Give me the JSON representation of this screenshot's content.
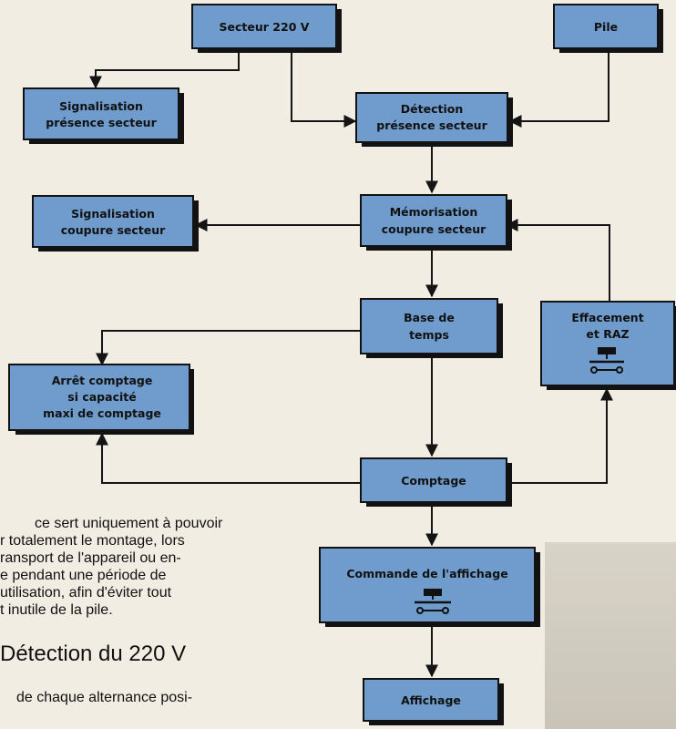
{
  "diagram": {
    "boxes": {
      "secteur": "Secteur 220 V",
      "pile": "Pile",
      "signal_presence": [
        "Signalisation",
        "présence secteur"
      ],
      "detection": [
        "Détection",
        "présence secteur"
      ],
      "signal_coupure": [
        "Signalisation",
        "coupure secteur"
      ],
      "memorisation": [
        "Mémorisation",
        "coupure secteur"
      ],
      "base_temps": [
        "Base de",
        "temps"
      ],
      "effacement": [
        "Effacement",
        "et RAZ"
      ],
      "arret": [
        "Arrêt comptage",
        "si capacité",
        "maxi de comptage"
      ],
      "comptage": "Comptage",
      "commande": "Commande de l'affichage",
      "affichage": "Affichage"
    },
    "colors": {
      "box_fill": "#6f9ccc",
      "box_shadow": "#121212",
      "line": "#141414"
    }
  },
  "article": {
    "paragraph_lines": [
      "ce sert uniquement à pouvoir",
      "r totalement le montage, lors",
      "ransport de l'appareil ou en-",
      "e pendant une période de",
      "utilisation, afin d'éviter tout",
      "t inutile de la pile."
    ],
    "heading": "Détection du 220 V",
    "paragraph2": "de chaque alternance posi-"
  }
}
